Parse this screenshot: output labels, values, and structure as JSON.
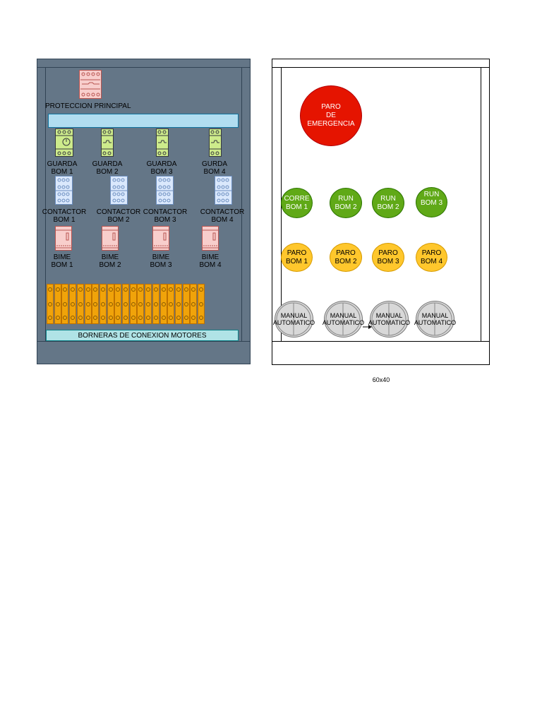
{
  "left_panel": {
    "protection_label": "PROTECCION PRINCIPAL",
    "guards": [
      {
        "line1": "GUARDA",
        "line2": "BOM 1"
      },
      {
        "line1": "GUARDA",
        "line2": "BOM 2"
      },
      {
        "line1": "GUARDA",
        "line2": "BOM 3"
      },
      {
        "line1": "GURDA",
        "line2": "BOM 4"
      }
    ],
    "contactors": [
      {
        "line1": "CONTACTOR",
        "line2": "BOM 1"
      },
      {
        "line1": "CONTACTOR",
        "line2": "BOM 2"
      },
      {
        "line1": "CONTACTOR",
        "line2": "BOM 3"
      },
      {
        "line1": "CONTACTOR",
        "line2": "BOM 4"
      }
    ],
    "bimes": [
      {
        "line1": "BIME",
        "line2": "BOM 1"
      },
      {
        "line1": "BIME",
        "line2": "BOM 2"
      },
      {
        "line1": "BIME",
        "line2": "BOM 3"
      },
      {
        "line1": "BIME",
        "line2": "BOM 4"
      }
    ],
    "terminal_block_label": "BORNERAS DE CONEXION MOTORES"
  },
  "right_panel": {
    "emergency_button": "PARO\nDE\nEMERGENCIA",
    "run_buttons": [
      "CORRE\nBOM 1",
      "RUN\nBOM 2",
      "RUN\nBOM 2",
      "RUN\nBOM 3"
    ],
    "stop_buttons": [
      "PARO\nBOM 1",
      "PARO\nBOM 2",
      "PARO\nBOM 3",
      "PARO\nBOM 4"
    ],
    "selector_switches": [
      "MANUAL\nAUTOMATICO",
      "MANUAL\nAUTOMATICO",
      "MANUAL\nAUTOMATICO",
      "MANUAL\nAUTOMATICO"
    ]
  },
  "dimensions_label": "60x40",
  "colors": {
    "panel_fill": "#647687",
    "green_button": "#60a917",
    "yellow_button": "#ffc72c",
    "red_button": "#e51400",
    "terminal_orange": "#f0a30a"
  }
}
